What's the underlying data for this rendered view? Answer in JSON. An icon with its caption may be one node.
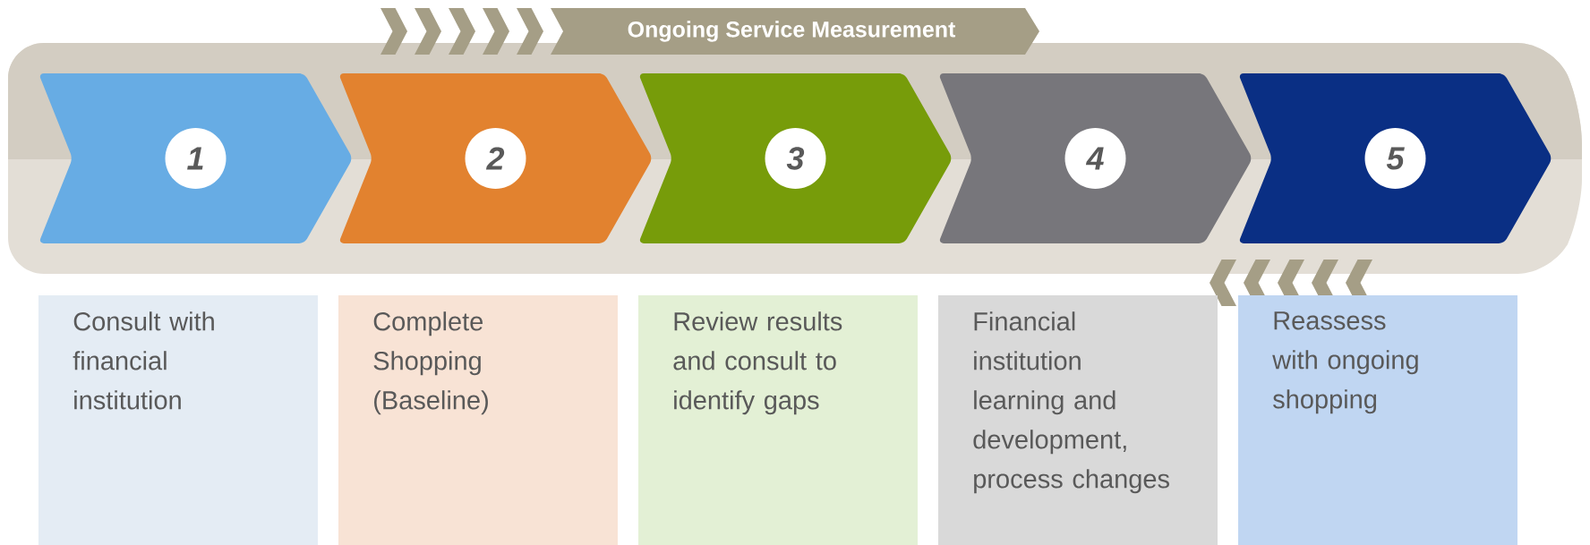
{
  "diagram": {
    "nodes": [
      {
        "text": [
          "Ongoing Service Measurement"
        ]
      },
      {
        "text": [
          "1"
        ]
      },
      {
        "text": [
          "2"
        ]
      },
      {
        "text": [
          "3"
        ]
      },
      {
        "text": [
          "4"
        ]
      },
      {
        "text": [
          "5"
        ]
      },
      {
        "text": [
          "Consult with financial institution"
        ]
      },
      {
        "text": [
          "Complete Shopping (Baseline)"
        ]
      },
      {
        "text": [
          "Review results and consult to identify gaps"
        ]
      },
      {
        "text": [
          "Financial institution learning and development, process changes"
        ]
      },
      {
        "text": [
          "Reassess with ongoing shopping"
        ]
      }
    ]
  }
}
